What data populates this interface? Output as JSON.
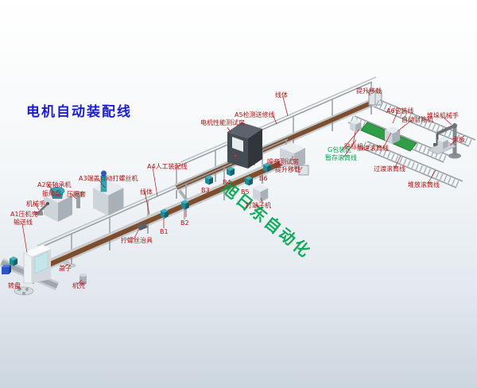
{
  "title": "电机自动装配线",
  "watermark": "旭日东自动化",
  "colors": {
    "title_text": "#1c1cd6",
    "label_text": "#b11212",
    "green_text": "#00a651",
    "watermark_text": "#00a651",
    "belt": "#7d4e2d",
    "green_conveyor": "#2f9e44"
  },
  "labels": [
    {
      "id": "a1-press-casing",
      "text": "A1压机壳"
    },
    {
      "id": "infeed-conveyor",
      "text": "输送线"
    },
    {
      "id": "a2-bearing-machine",
      "text": "A2装轴承机"
    },
    {
      "id": "vibratory-bowl",
      "text": "振动盘"
    },
    {
      "id": "robot-hand",
      "text": "机械手"
    },
    {
      "id": "spacer-press",
      "text": "压隔套"
    },
    {
      "id": "a3-screw-machine",
      "text": "A3端盖自动打螺丝机"
    },
    {
      "id": "a4-manual-line",
      "text": "A4人工装配线"
    },
    {
      "id": "line-body-1",
      "text": "线体"
    },
    {
      "id": "screw-fixture",
      "text": "拧螺丝治具"
    },
    {
      "id": "cover",
      "text": "盖子"
    },
    {
      "id": "motor-casing",
      "text": "机壳"
    },
    {
      "id": "turntable",
      "text": "转盘"
    },
    {
      "id": "b1",
      "text": "B1"
    },
    {
      "id": "b2",
      "text": "B2"
    },
    {
      "id": "b3",
      "text": "B3"
    },
    {
      "id": "b4",
      "text": "B4"
    },
    {
      "id": "b5",
      "text": "B5"
    },
    {
      "id": "b6",
      "text": "B6"
    },
    {
      "id": "terminal-machine",
      "text": "打端子机"
    },
    {
      "id": "lift-transfer-mid",
      "text": "提升移载"
    },
    {
      "id": "noise-test-room",
      "text": "噪音测试房"
    },
    {
      "id": "motor-test-room",
      "text": "电机性能测试房"
    },
    {
      "id": "a5-inspection-line",
      "text": "A5检测送修线"
    },
    {
      "id": "line-body-2",
      "text": "线体"
    },
    {
      "id": "labeling-machine",
      "text": "贴标机"
    },
    {
      "id": "lift-transfer-right",
      "text": "提升移载"
    },
    {
      "id": "a6-packing-line",
      "text": "A6包装线"
    },
    {
      "id": "carton-sealer",
      "text": "自动封箱机"
    },
    {
      "id": "palletizing-robot",
      "text": "堆垛机械手"
    },
    {
      "id": "pallet",
      "text": "卡板"
    },
    {
      "id": "packing-zone",
      "text": "G包装区"
    },
    {
      "id": "buffer-roller-line",
      "text": "暂存滚筒线"
    },
    {
      "id": "accel-roller-line",
      "text": "加速滚筒线"
    },
    {
      "id": "transition-roller-line",
      "text": "过渡滚筒线"
    },
    {
      "id": "stacking-roller-line",
      "text": "堆放滚筒线"
    }
  ]
}
